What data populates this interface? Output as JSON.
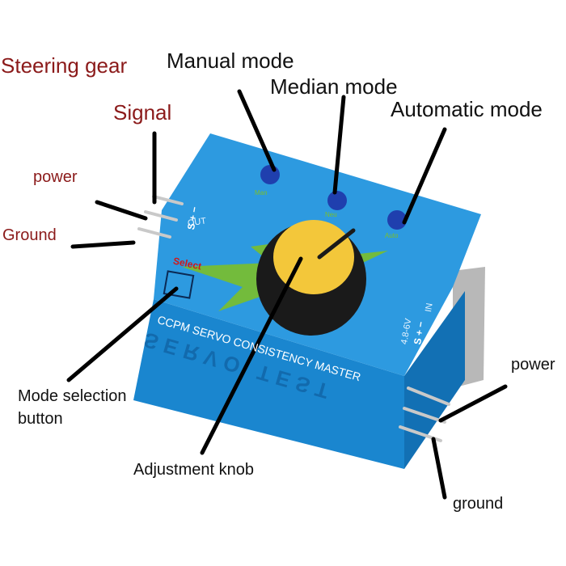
{
  "labels": {
    "steering_gear": "Steering gear",
    "signal": "Signal",
    "power_left": "power",
    "ground_left": "Ground",
    "manual_mode": "Manual mode",
    "median_mode": "Median mode",
    "automatic_mode": "Automatic mode",
    "mode_selection_line1": "Mode selection",
    "mode_selection_line2": "button",
    "adjustment_knob": "Adjustment knob",
    "power_right": "power",
    "ground_right": "ground"
  },
  "device": {
    "out_label": "OUT",
    "out_pins": "S + −",
    "select_label": "Select",
    "voltage_label": "4.8-6V",
    "in_label": "IN",
    "in_pins": "S + −",
    "front_text": "CCPM SERVO CONSISTENCY MASTER",
    "side_text": "SERVO TEST",
    "led_labels": [
      "Man",
      "Neu",
      "Auto"
    ]
  },
  "colors": {
    "label_red": "#8b1a1a",
    "label_black": "#111111",
    "box_blue": "#1e8fd8",
    "box_blue_dark": "#1270b4",
    "knob_yellow": "#f3c73a",
    "knob_black": "#1a1a1a",
    "led_blue": "#1f3fae",
    "accent_green": "#7bbf2a"
  }
}
